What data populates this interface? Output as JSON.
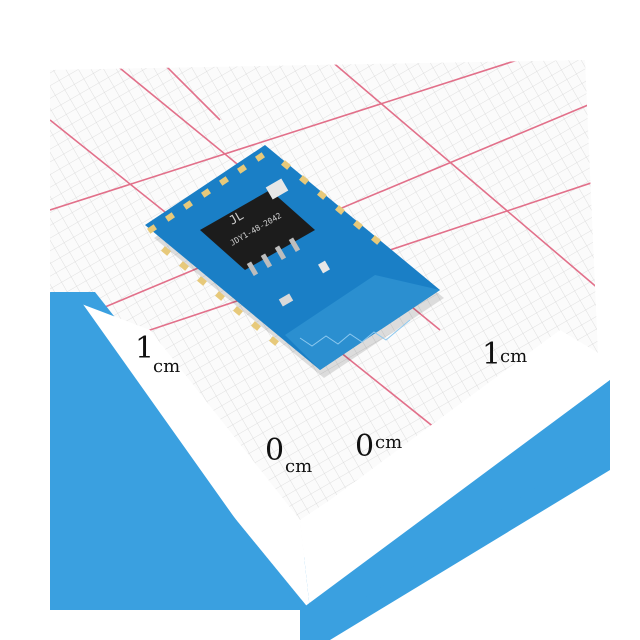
{
  "ruler": {
    "label_left": "1",
    "unit_left": "cm",
    "label_right": "1",
    "unit_right": "cm",
    "origin_left": "0",
    "origin_left_unit": "cm",
    "origin_right": "0",
    "origin_right_unit": "cm"
  },
  "module": {
    "chip_logo": "JL",
    "chip_marking": "JDY1-48-2042"
  },
  "colors": {
    "paper": "#ffffff",
    "grid_minor": "#cfcfcf",
    "grid_major": "#e2708a",
    "ruler_blue": "#3aa0e0",
    "pcb_blue": "#1a7fc6",
    "chip_black": "#1c1c1c",
    "pad_gold": "#e7c97a"
  }
}
